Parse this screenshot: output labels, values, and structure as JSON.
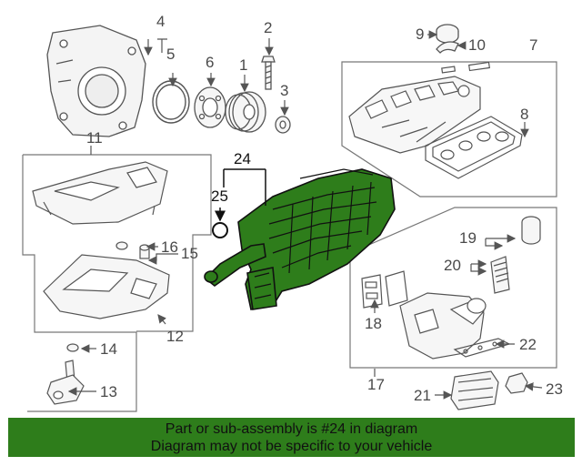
{
  "parts": [
    {
      "id": "callout-1",
      "number": "1"
    },
    {
      "id": "callout-2",
      "number": "2"
    },
    {
      "id": "callout-3",
      "number": "3"
    },
    {
      "id": "callout-4",
      "number": "4"
    },
    {
      "id": "callout-5",
      "number": "5"
    },
    {
      "id": "callout-6",
      "number": "6"
    },
    {
      "id": "callout-7",
      "number": "7"
    },
    {
      "id": "callout-8",
      "number": "8"
    },
    {
      "id": "callout-9",
      "number": "9"
    },
    {
      "id": "callout-10",
      "number": "10"
    },
    {
      "id": "callout-11",
      "number": "11"
    },
    {
      "id": "callout-12",
      "number": "12"
    },
    {
      "id": "callout-13",
      "number": "13"
    },
    {
      "id": "callout-14",
      "number": "14"
    },
    {
      "id": "callout-15",
      "number": "15"
    },
    {
      "id": "callout-16",
      "number": "16"
    },
    {
      "id": "callout-17",
      "number": "17"
    },
    {
      "id": "callout-18",
      "number": "18"
    },
    {
      "id": "callout-19",
      "number": "19"
    },
    {
      "id": "callout-20",
      "number": "20"
    },
    {
      "id": "callout-21",
      "number": "21"
    },
    {
      "id": "callout-22",
      "number": "22"
    },
    {
      "id": "callout-23",
      "number": "23"
    },
    {
      "id": "callout-24",
      "number": "24"
    },
    {
      "id": "callout-25",
      "number": "25"
    }
  ],
  "highlighted_part": "24",
  "banner": {
    "line1": "Part or sub-assembly is #24 in diagram",
    "line2": "Diagram may not be specific to your vehicle"
  },
  "colors": {
    "highlight_fill": "#2e7d1b",
    "highlight_outline": "#111111",
    "line_art": "#555555",
    "callout_text": "#4a4a4a",
    "banner_bg": "#2e7d1b",
    "banner_text": "#111111"
  }
}
